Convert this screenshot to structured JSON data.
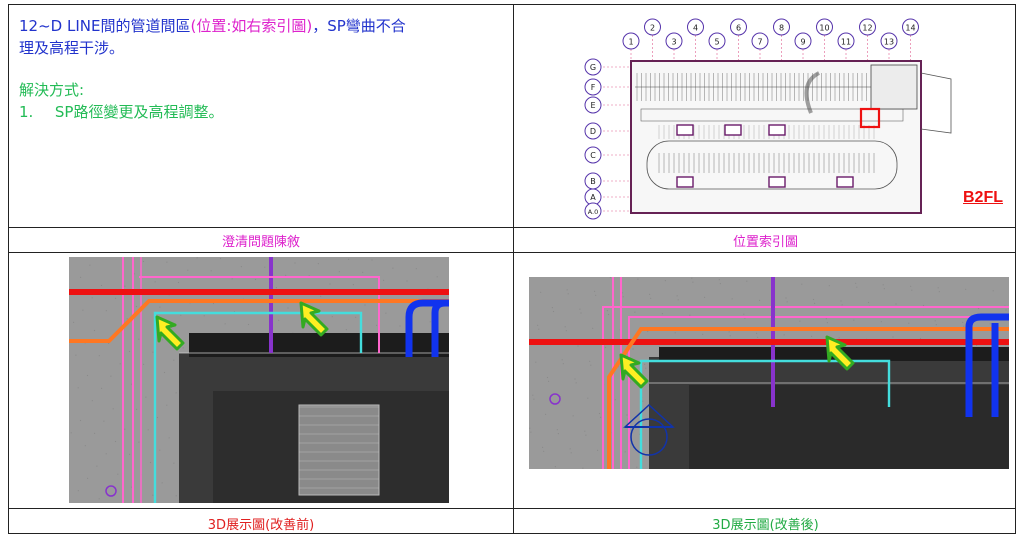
{
  "issue": {
    "line1_part1": "12~D LINE間的管道間區",
    "line1_part2": "(位置:如右索引圖)",
    "line1_part3": "，SP彎曲不合",
    "line2": "理及高程干涉。",
    "solution_title": "解決方式:",
    "solution_item_number": "1.",
    "solution_item": "SP路徑變更及高程調整。"
  },
  "captions": {
    "issue_desc": "澄清問題陳敘",
    "location_index": "位置索引圖",
    "before": "3D展示圖(改善前)",
    "after": "3D展示圖(改善後)"
  },
  "plan": {
    "floor_label": "B2FL",
    "column_grid": [
      "1",
      "2",
      "3",
      "4",
      "5",
      "6",
      "7",
      "8",
      "9",
      "10",
      "11",
      "12",
      "13",
      "14"
    ],
    "row_grid": [
      "G",
      "F",
      "E",
      "D",
      "C",
      "B",
      "A",
      "A.0"
    ]
  },
  "colors": {
    "blue_text": "#2233cc",
    "pink_text": "#dd22cc",
    "green_text": "#22bb55",
    "red_caption": "#e02020",
    "green_caption": "#22aa44",
    "grid_purple": "#5533aa",
    "highlight_red": "#ee1111"
  }
}
